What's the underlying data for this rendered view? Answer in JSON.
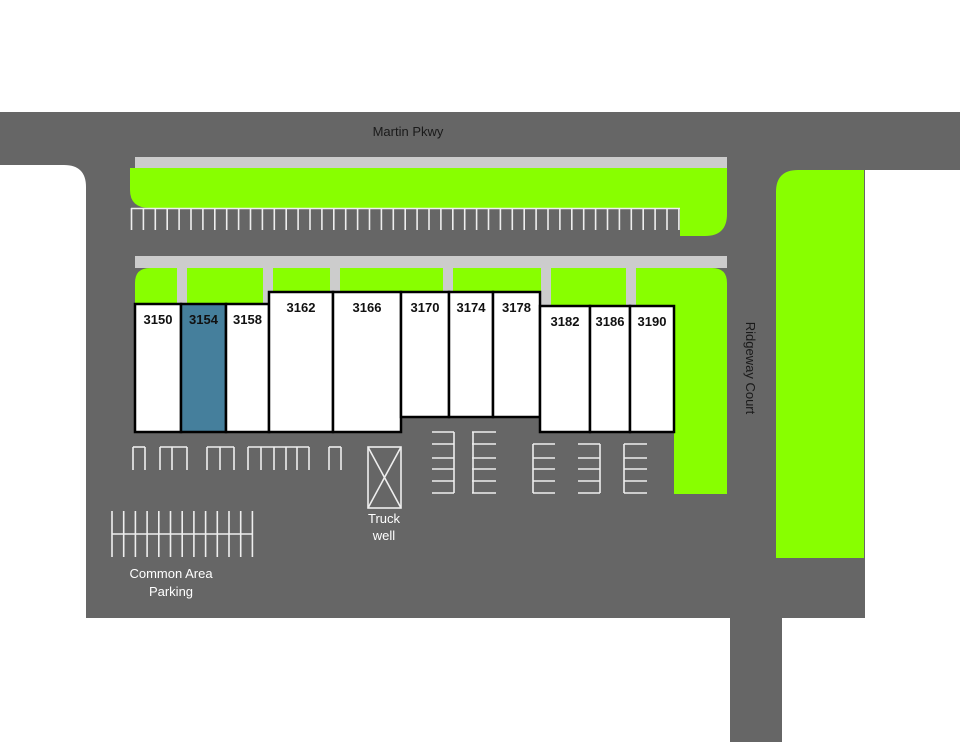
{
  "streets": {
    "top": "Martin Pkwy",
    "right": "Ridgeway Court"
  },
  "units": [
    {
      "id": "3150",
      "highlighted": false
    },
    {
      "id": "3154",
      "highlighted": true
    },
    {
      "id": "3158",
      "highlighted": false
    },
    {
      "id": "3162",
      "highlighted": false
    },
    {
      "id": "3166",
      "highlighted": false
    },
    {
      "id": "3170",
      "highlighted": false
    },
    {
      "id": "3174",
      "highlighted": false
    },
    {
      "id": "3178",
      "highlighted": false
    },
    {
      "id": "3182",
      "highlighted": false
    },
    {
      "id": "3186",
      "highlighted": false
    },
    {
      "id": "3190",
      "highlighted": false
    }
  ],
  "labels": {
    "truck_well_line1": "Truck",
    "truck_well_line2": "well",
    "common_parking_line1": "Common Area",
    "common_parking_line2": "Parking"
  },
  "colors": {
    "road": "#666666",
    "green": "#88ff00",
    "sidewalk": "#cccccc",
    "highlight": "#457f9c",
    "building": "#ffffff"
  }
}
